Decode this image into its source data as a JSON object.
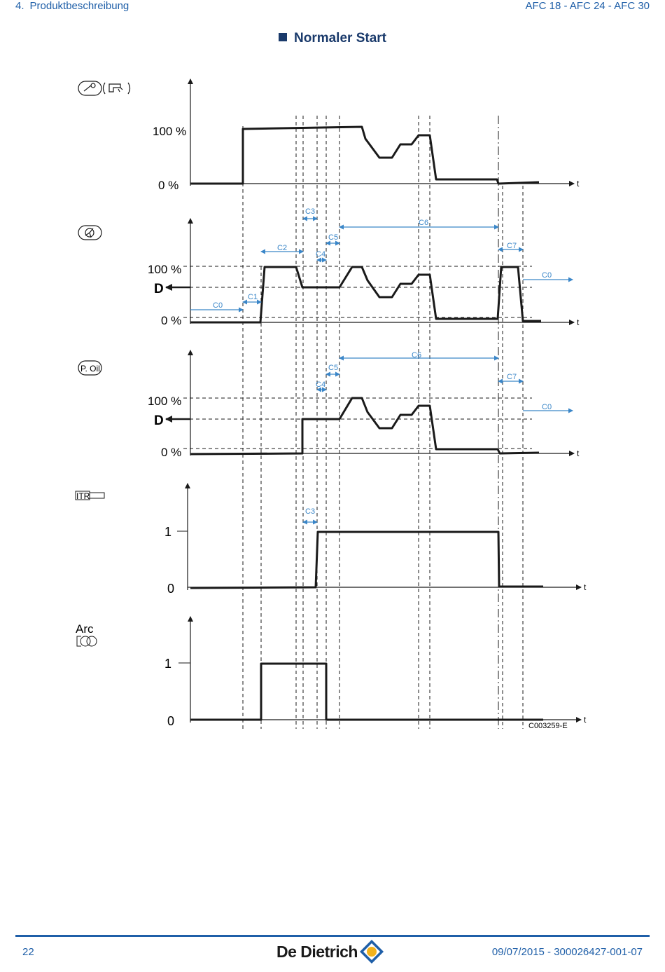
{
  "header": {
    "section_number": "4.",
    "section_title": "Produktbeschreibung",
    "models": "AFC 18 - AFC 24 - AFC 30"
  },
  "title": "Normaler Start",
  "diagram": {
    "time_axis": "t",
    "panels": [
      {
        "icon": "burner-valve-icon",
        "labels": [
          "100 %",
          "0 %"
        ]
      },
      {
        "icon": "fan-icon",
        "labels": [
          "100 %",
          "D",
          "0 %"
        ]
      },
      {
        "icon": "oil-pressure-icon",
        "text": "P. Oil",
        "labels": [
          "100 %",
          "D",
          "0 %"
        ]
      },
      {
        "icon": "itr-icon",
        "text": "ITR",
        "labels": [
          "1",
          "0"
        ]
      },
      {
        "icon": "ignition-transformer-icon",
        "text": "Arc",
        "labels": [
          "1",
          "0"
        ]
      }
    ],
    "intervals": [
      "C0",
      "C1",
      "C2",
      "C3",
      "C4",
      "C5",
      "C6",
      "C7"
    ],
    "figure_code": "C003259-E"
  },
  "colors": {
    "accent": "#1f5fa8",
    "annotation": "#3a86c8",
    "trace": "#1a1a1a"
  },
  "footer": {
    "page": "22",
    "brand": "De Dietrich",
    "doc_ref": "09/07/2015 - 300026427-001-07"
  }
}
